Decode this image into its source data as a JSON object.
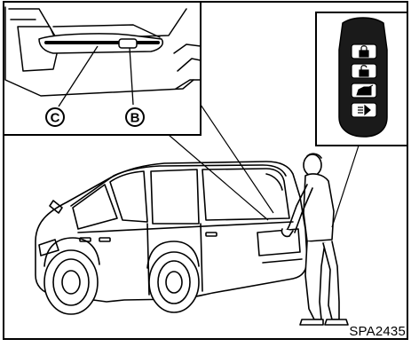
{
  "figure": {
    "code": "SPA2435",
    "callouts": [
      {
        "id": "c",
        "letter": "C"
      },
      {
        "id": "b",
        "letter": "B"
      }
    ],
    "key_fob_buttons": [
      {
        "icon": "lock-icon"
      },
      {
        "icon": "unlock-icon"
      },
      {
        "icon": "liftgate-icon"
      },
      {
        "icon": "panic-icon"
      }
    ]
  }
}
